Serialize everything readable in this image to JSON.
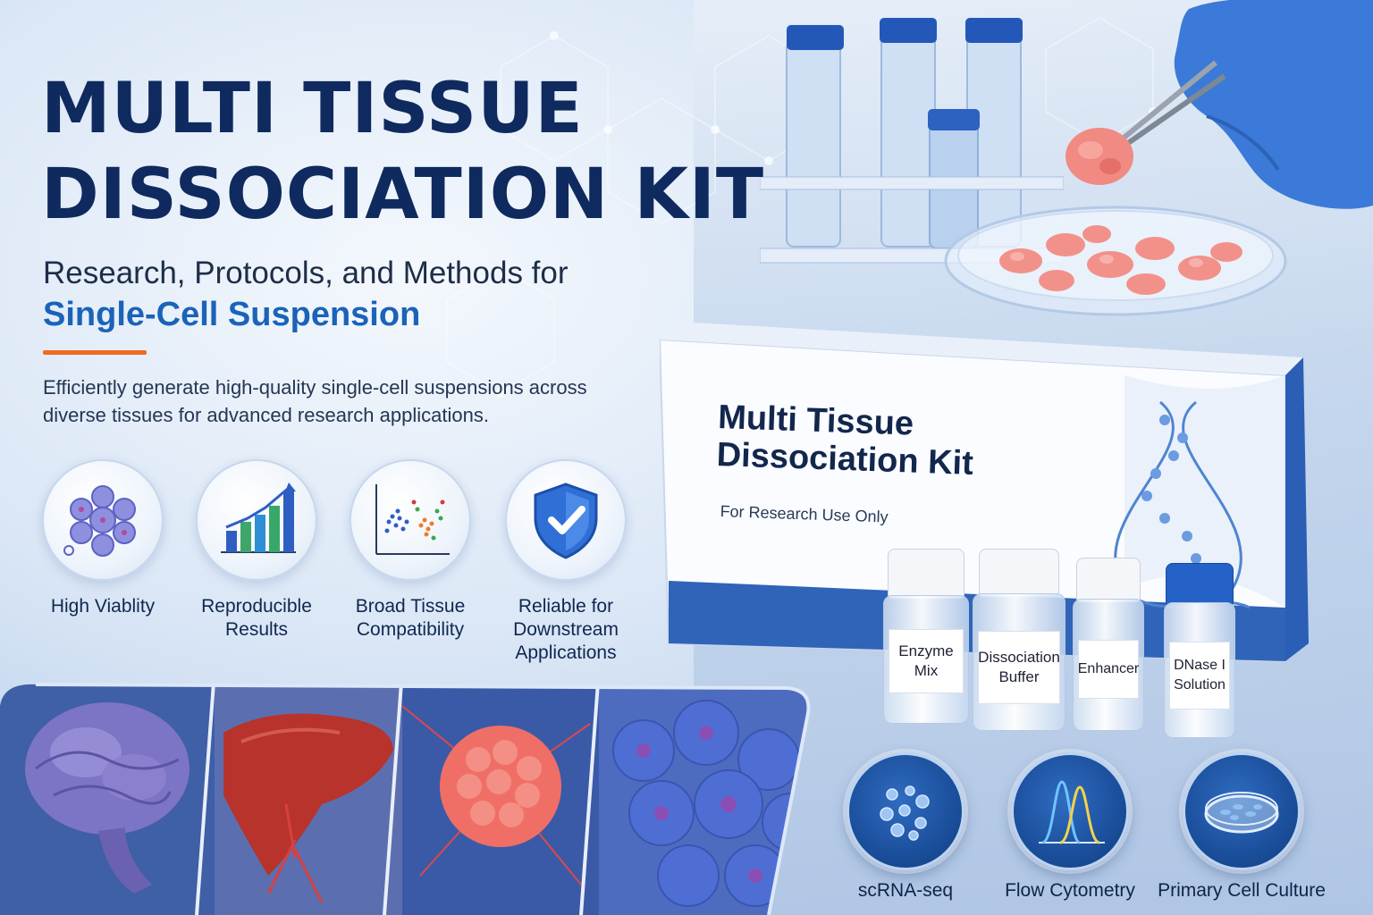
{
  "hero": {
    "title_line1": "MULTI TISSUE",
    "title_line2": "DISSOCIATION KIT",
    "subtitle": "Research, Protocols, and Methods for",
    "subtitle_accent": "Single-Cell Suspension",
    "description": "Efficiently generate high-quality single-cell suspensions across diverse tissues for advanced research applications."
  },
  "features": [
    {
      "label": "High Viablity",
      "icon": "cells-icon"
    },
    {
      "label": "Reproducible Results",
      "icon": "bar-chart-icon"
    },
    {
      "label": "Broad Tissue Compatibility",
      "icon": "scatter-plot-icon"
    },
    {
      "label": "Reliable for Downstream Applications",
      "icon": "shield-check-icon"
    }
  ],
  "product_box": {
    "title": "Multi Tissue Dissociation Kit",
    "subtitle": "For Research Use Only"
  },
  "vials": [
    {
      "label": "Enzyme Mix",
      "cap_color": "#ffffff"
    },
    {
      "label": "Dissociation Buffer",
      "cap_color": "#ffffff"
    },
    {
      "label": "Enhancer",
      "cap_color": "#ffffff"
    },
    {
      "label": "DNase I Solution",
      "cap_color": "#1f5fc4"
    }
  ],
  "applications": [
    {
      "label": "scRNA-seq",
      "icon": "droplets-icon"
    },
    {
      "label": "Flow Cytometry",
      "icon": "histogram-peaks-icon"
    },
    {
      "label": "Primary Cell Culture",
      "icon": "petri-dish-icon"
    }
  ],
  "tissues": [
    "brain-image",
    "liver-image",
    "tumor-image",
    "cell-cluster-image"
  ],
  "colors": {
    "navy": "#0f2a5e",
    "accent_blue": "#1a63b8",
    "orange": "#f06a1f"
  }
}
